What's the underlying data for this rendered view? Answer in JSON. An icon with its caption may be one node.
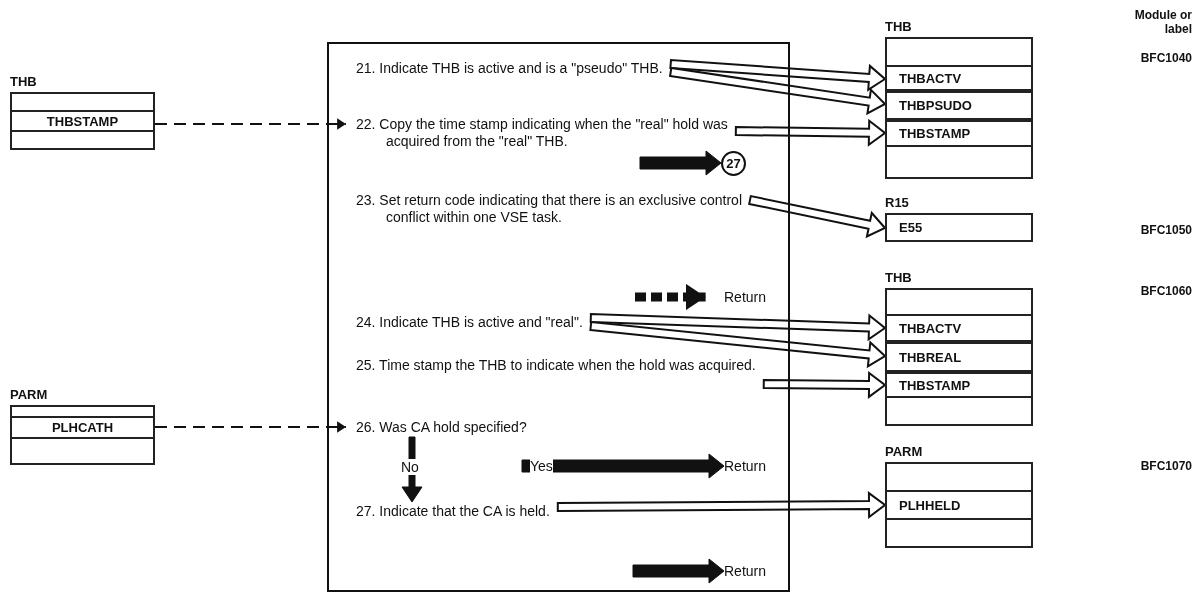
{
  "diagram": {
    "nodes": [
      {
        "text": [
          "THB"
        ]
      },
      {
        "text": [
          "THBSTAMP"
        ],
        "in": 0
      },
      {
        "text": [
          "PARM"
        ]
      },
      {
        "text": [
          "PLHCATH"
        ],
        "in": 2
      },
      {
        "text": [],
        "shape": "box"
      },
      {
        "text": [
          "21. Indicate THB is active and is a \"pseudo\" THB."
        ],
        "in": 4
      },
      {
        "text": [
          "22. Copy the time stamp indicating when the \"real\" hold was acquired from the \"real\" THB."
        ],
        "in": 4
      },
      {
        "text": [
          "27"
        ],
        "in": 4
      },
      {
        "text": [
          "23. Set return code indicating that there is an exclusive control conflict within one VSE task."
        ],
        "in": 4
      },
      {
        "text": [
          "Return"
        ],
        "in": 4
      },
      {
        "text": [
          "24. Indicate THB is active and \"real\"."
        ],
        "in": 4
      },
      {
        "text": [
          "25. Time stamp the THB to indicate when the hold was acquired."
        ],
        "in": 4
      },
      {
        "text": [
          "26. Was CA hold specified?"
        ],
        "in": 4
      },
      {
        "text": [
          "27. Indicate that the CA is held."
        ],
        "in": 4
      },
      {
        "text": [
          "Return"
        ],
        "in": 4
      },
      {
        "text": [
          "Return"
        ],
        "in": 4
      },
      {
        "text": [
          "THB"
        ]
      },
      {
        "text": [
          "THBACTV"
        ],
        "in": 16
      },
      {
        "text": [
          "THBPSUDO"
        ],
        "in": 16
      },
      {
        "text": [
          "THBSTAMP"
        ],
        "in": 16
      },
      {
        "text": [
          "R15"
        ]
      },
      {
        "text": [
          "E55"
        ],
        "in": 20
      },
      {
        "text": [
          "THB"
        ]
      },
      {
        "text": [
          "THBACTV"
        ],
        "in": 22
      },
      {
        "text": [
          "THBREAL"
        ],
        "in": 22
      },
      {
        "text": [
          "THBSTAMP"
        ],
        "in": 22
      },
      {
        "text": [
          "PARM"
        ]
      },
      {
        "text": [
          "PLHHELD"
        ],
        "in": 26
      }
    ],
    "edges": [
      {
        "from": 1,
        "to": 6,
        "arrow": "to",
        "style": "dashed"
      },
      {
        "from": 5,
        "to": 17,
        "arrow": "to"
      },
      {
        "from": 5,
        "to": 18,
        "arrow": "to"
      },
      {
        "from": 6,
        "to": 19,
        "arrow": "to"
      },
      {
        "from": null,
        "to": 7,
        "arrow": "to",
        "style": "thick"
      },
      {
        "from": 8,
        "to": 21,
        "arrow": "to"
      },
      {
        "from": null,
        "to": 9,
        "arrow": "to",
        "style": "dashed"
      },
      {
        "from": 10,
        "to": 23,
        "arrow": "to"
      },
      {
        "from": 10,
        "to": 24,
        "arrow": "to"
      },
      {
        "from": 11,
        "to": 25,
        "arrow": "to"
      },
      {
        "from": 3,
        "to": 12,
        "arrow": "to",
        "style": "dashed"
      },
      {
        "from": 12,
        "to": 13,
        "arrow": "to",
        "label": "No",
        "style": "thick"
      },
      {
        "from": null,
        "to": 14,
        "arrow": "to",
        "label": "Yes",
        "style": "thick"
      },
      {
        "from": 13,
        "to": 27,
        "arrow": "to"
      },
      {
        "from": null,
        "to": 15,
        "arrow": "to",
        "style": "thick"
      }
    ],
    "labels": [
      "Module or label",
      "BFC1040",
      "BFC1050",
      "BFC1060",
      "BFC1070"
    ]
  }
}
